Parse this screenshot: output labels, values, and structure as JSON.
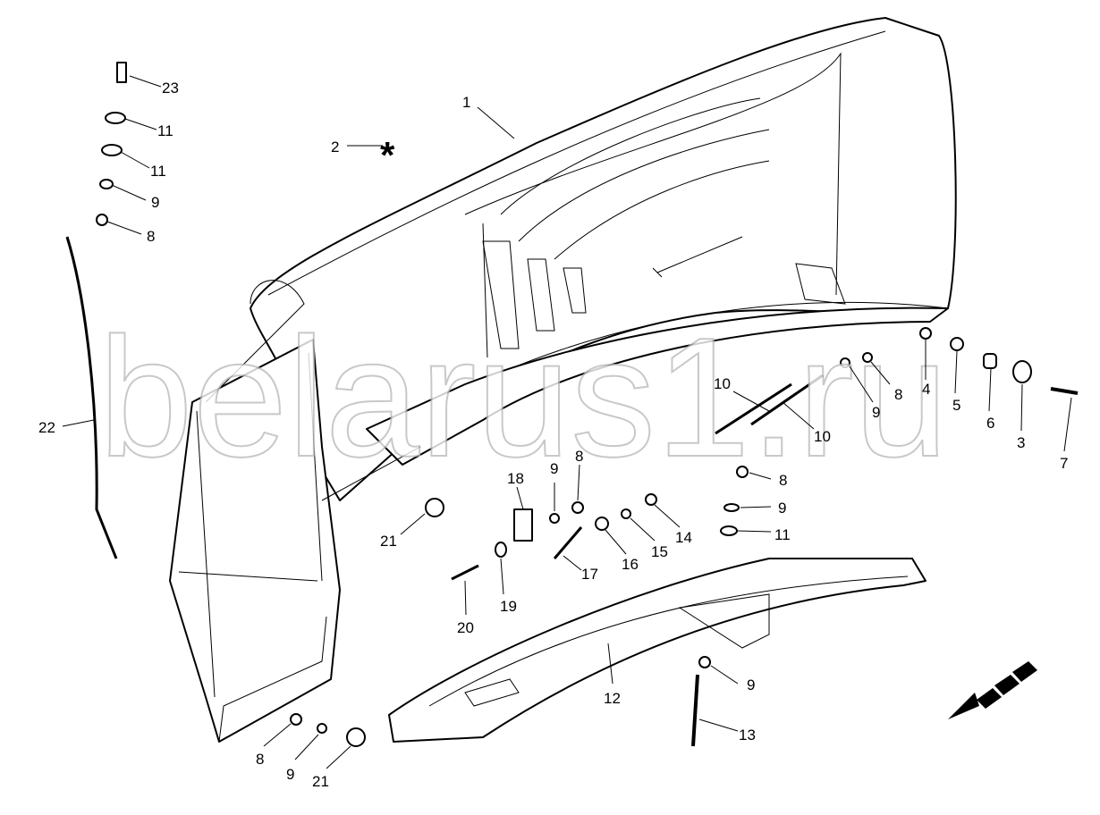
{
  "watermark": "belarus1.ru",
  "asterisk": "*",
  "labels": [
    "23",
    "11",
    "11",
    "9",
    "8",
    "22",
    "1",
    "2",
    "21",
    "18",
    "9",
    "8",
    "20",
    "19",
    "17",
    "16",
    "15",
    "14",
    "8",
    "9",
    "11",
    "10",
    "10",
    "9",
    "8",
    "4",
    "5",
    "6",
    "3",
    "7",
    "12",
    "9",
    "13",
    "8",
    "9",
    "21"
  ]
}
